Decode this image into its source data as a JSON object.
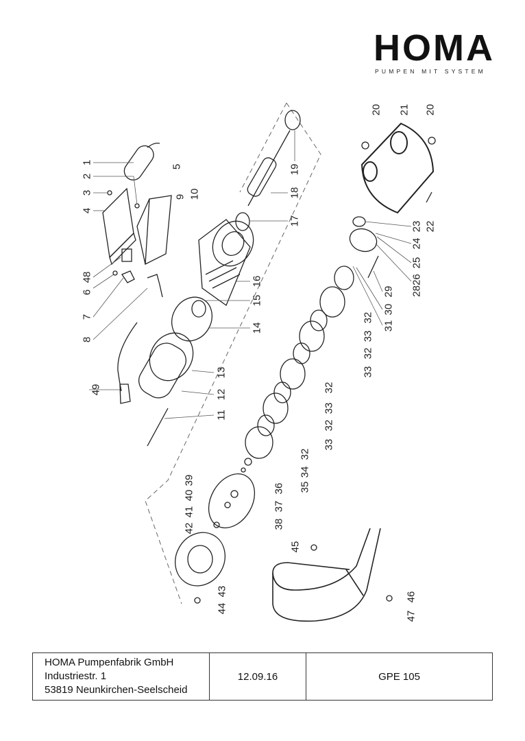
{
  "logo": {
    "brand": "HOMA",
    "tagline": "PUMPEN MIT SYSTEM"
  },
  "labels": {
    "p1": "1",
    "p2": "2",
    "p3": "3",
    "p4": "4",
    "p5": "5",
    "p6": "6",
    "p7": "7",
    "p8": "8",
    "p9": "9",
    "p10": "10",
    "p11": "11",
    "p12": "12",
    "p13": "13",
    "p14": "14",
    "p15": "15",
    "p16": "16",
    "p17": "17",
    "p18": "18",
    "p19": "19",
    "p20a": "20",
    "p21": "21",
    "p20b": "20",
    "p22": "22",
    "p23": "23",
    "p24": "24",
    "p25": "25",
    "p2826": "2826",
    "p29": "29",
    "p30": "30",
    "p31": "31",
    "p32a": "32",
    "p33a": "33",
    "p32b": "32",
    "p33b": "33",
    "p32c": "32",
    "p33c": "33",
    "p32d": "32",
    "p33d": "33",
    "p32e": "32",
    "p34": "34",
    "p35": "35",
    "p36": "36",
    "p37": "37",
    "p38": "38",
    "p39": "39",
    "p40": "40",
    "p41": "41",
    "p42": "42",
    "p43": "43",
    "p44": "44",
    "p45": "45",
    "p46": "46",
    "p47": "47",
    "p48": "48",
    "p49": "49"
  },
  "title_block": {
    "company": "HOMA Pumpenfabrik GmbH",
    "street": "Industriestr. 1",
    "city": "53819 Neunkirchen-Seelscheid",
    "date": "12.09.16",
    "model": "GPE 105"
  }
}
